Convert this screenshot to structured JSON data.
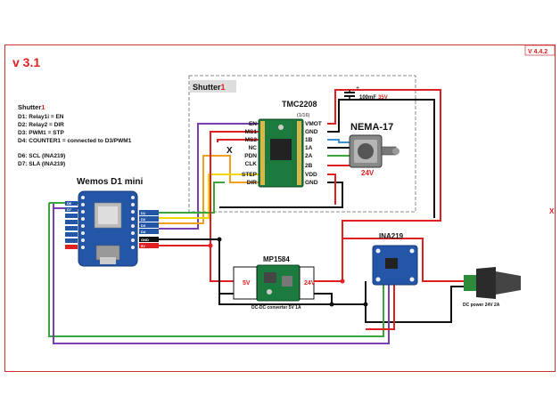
{
  "header": {
    "title": "v 3.1",
    "version": "V 4.4.2",
    "corner_mark": "X"
  },
  "notes": {
    "title_prefix": "Shutter",
    "title_index": "1",
    "lines": [
      "D1: Relay1i = EN",
      "D2: Relay2 = DIR",
      "D3: PWM1 = STP",
      "D4: COUNTER1 = connected to D3/PWM1",
      "",
      "D6: SCL (INA219)",
      "D7: SLA (INA219)"
    ]
  },
  "shutter_box": {
    "label_prefix": "Shutter",
    "label_index": "1"
  },
  "driver": {
    "name": "TMC2208",
    "subtitle": "(1/16)",
    "left_pins": [
      "EN",
      "MS1",
      "MS2",
      "NC",
      "PDN",
      "CLK",
      "STEP",
      "DIR"
    ],
    "right_pins": [
      "VMOT",
      "GND",
      "1B",
      "1A",
      "2A",
      "2B",
      "VDD",
      "GND"
    ],
    "nc_mark": "X"
  },
  "motor": {
    "name": "NEMA-17",
    "voltage": "24V"
  },
  "capacitor": {
    "value": "100mF",
    "rating": "35V",
    "plus": "+"
  },
  "board": {
    "name": "Wemos D1 mini",
    "pin_labels": [
      "D1",
      "D2",
      "D3",
      "D4",
      "D6",
      "D7",
      "GND",
      "5V"
    ]
  },
  "converter": {
    "name": "MP1584",
    "in_label": "24V",
    "out_label": "5V",
    "caption": "DC-DC converter  5V 1A"
  },
  "sensor": {
    "name": "INA219"
  },
  "power": {
    "caption": "DC power  24V 2A"
  },
  "colors": {
    "red": "#e02020",
    "black": "#111111",
    "purple": "#7a3fb0",
    "orange": "#f0a020",
    "yellow": "#f2d600",
    "green": "#3aa53a",
    "blue": "#3d8fd6",
    "pcb_blue": "#2456a8",
    "driver_green": "#1b7a3d"
  }
}
